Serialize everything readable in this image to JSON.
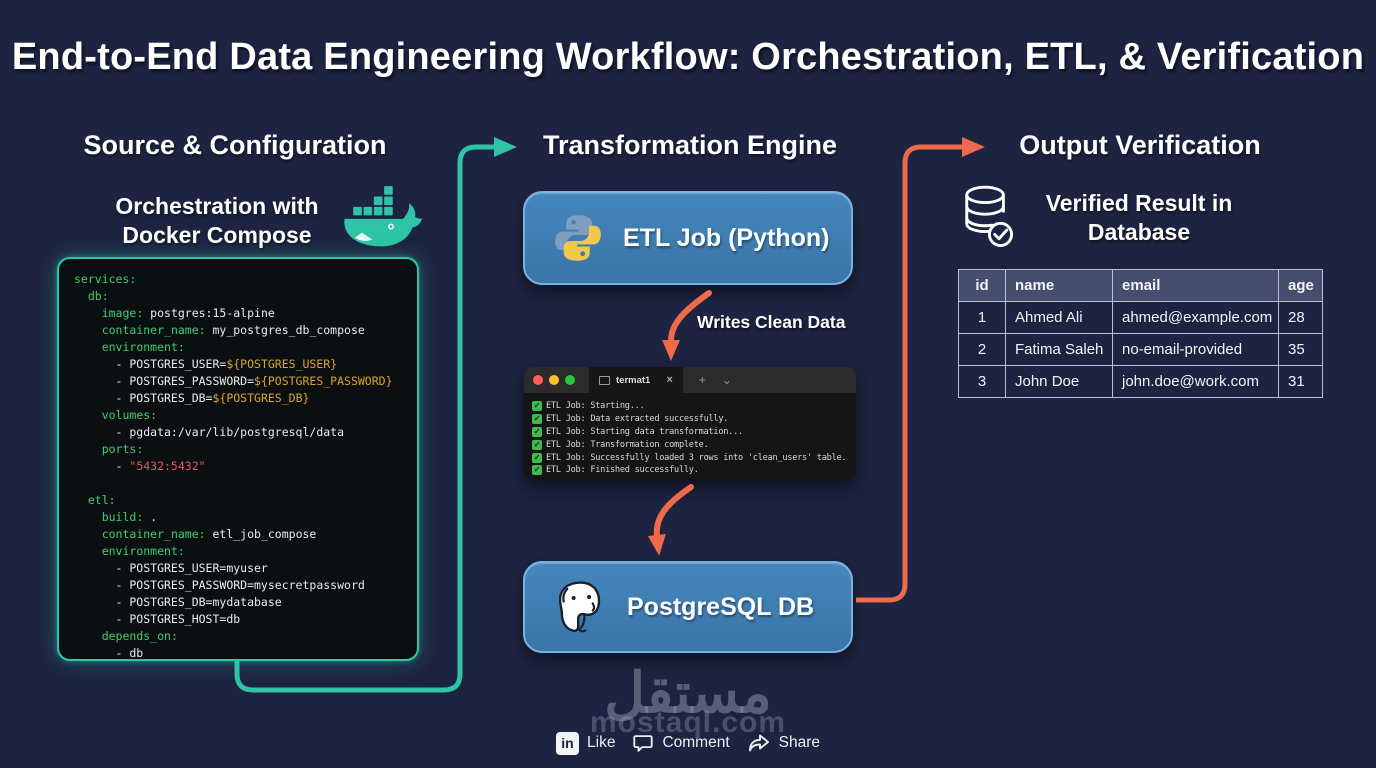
{
  "title": "End-to-End Data Engineering Workflow: Orchestration, ETL, & Verification",
  "colors": {
    "background": "#1d2340",
    "accent_teal": "#2ec4a5",
    "accent_orange": "#ee6a4a",
    "node_blue": "#3e7cb2",
    "code_key_green": "#3fcf6e",
    "code_var_yellow": "#d9a62e",
    "code_str_red": "#e8555a"
  },
  "columns": {
    "source": {
      "header": "Source & Configuration",
      "subtitle": "Orchestration with\nDocker Compose",
      "icon": "docker-whale-icon"
    },
    "transform": {
      "header": "Transformation Engine",
      "etl_box_label": "ETL Job (Python)",
      "etl_box_icon": "python-logo-icon",
      "flow_label": "Writes Clean Data",
      "db_box_label": "PostgreSQL DB",
      "db_box_icon": "postgresql-elephant-icon"
    },
    "output": {
      "header": "Output Verification",
      "subtitle": "Verified Result in\nDatabase",
      "icon": "database-check-icon"
    }
  },
  "code": {
    "lines": [
      [
        [
          "key",
          "services:"
        ]
      ],
      [
        [
          "plain",
          "  "
        ],
        [
          "key",
          "db:"
        ]
      ],
      [
        [
          "plain",
          "    "
        ],
        [
          "key",
          "image:"
        ],
        [
          "plain",
          " postgres:15-alpine"
        ]
      ],
      [
        [
          "plain",
          "    "
        ],
        [
          "key",
          "container_name:"
        ],
        [
          "plain",
          " my_postgres_db_compose"
        ]
      ],
      [
        [
          "plain",
          "    "
        ],
        [
          "key",
          "environment:"
        ]
      ],
      [
        [
          "plain",
          "      - POSTGRES_USER="
        ],
        [
          "var",
          "${POSTGRES_USER}"
        ]
      ],
      [
        [
          "plain",
          "      - POSTGRES_PASSWORD="
        ],
        [
          "var",
          "${POSTGRES_PASSWORD}"
        ]
      ],
      [
        [
          "plain",
          "      - POSTGRES_DB="
        ],
        [
          "var",
          "${POSTGRES_DB}"
        ]
      ],
      [
        [
          "plain",
          "    "
        ],
        [
          "key",
          "volumes:"
        ]
      ],
      [
        [
          "plain",
          "      - pgdata:/var/lib/postgresql/data"
        ]
      ],
      [
        [
          "plain",
          "    "
        ],
        [
          "key",
          "ports:"
        ]
      ],
      [
        [
          "plain",
          "      - "
        ],
        [
          "str",
          "\"5432:5432\""
        ]
      ],
      [],
      [
        [
          "plain",
          "  "
        ],
        [
          "key",
          "etl:"
        ]
      ],
      [
        [
          "plain",
          "    "
        ],
        [
          "key",
          "build:"
        ],
        [
          "plain",
          " ."
        ]
      ],
      [
        [
          "plain",
          "    "
        ],
        [
          "key",
          "container_name:"
        ],
        [
          "plain",
          " etl_job_compose"
        ]
      ],
      [
        [
          "plain",
          "    "
        ],
        [
          "key",
          "environment:"
        ]
      ],
      [
        [
          "plain",
          "      - POSTGRES_USER=myuser"
        ]
      ],
      [
        [
          "plain",
          "      - POSTGRES_PASSWORD=mysecretpassword"
        ]
      ],
      [
        [
          "plain",
          "      - POSTGRES_DB=mydatabase"
        ]
      ],
      [
        [
          "plain",
          "      - POSTGRES_HOST=db"
        ]
      ],
      [
        [
          "plain",
          "    "
        ],
        [
          "key",
          "depends_on:"
        ]
      ],
      [
        [
          "plain",
          "      - db"
        ]
      ]
    ]
  },
  "terminal": {
    "tab_title": "termat1",
    "close_glyph": "×",
    "new_tab_glyph": "+",
    "dropdown_glyph": "⌄",
    "check_glyph": "✓",
    "lines": [
      "ETL Job: Starting...",
      "ETL Job: Data extracted successfully.",
      "ETL Job: Starting data transformation...",
      "ETL Job: Transformation complete.",
      "ETL Job: Successfully loaded 3 rows into 'clean_users' table.",
      "ETL Job: Finished successfully."
    ]
  },
  "chart_data": {
    "type": "table",
    "title": "Verified Result in Database",
    "columns": [
      "id",
      "name",
      "email",
      "age"
    ],
    "rows": [
      [
        "1",
        "Ahmed Ali",
        "ahmed@example.com",
        "28"
      ],
      [
        "2",
        "Fatima Saleh",
        "no-email-provided",
        "35"
      ],
      [
        "3",
        "John Doe",
        "john.doe@work.com",
        "31"
      ]
    ]
  },
  "watermark": {
    "arabic": "مستقل",
    "latin": "mostaql.com"
  },
  "social": {
    "like": "Like",
    "comment": "Comment",
    "share": "Share",
    "linkedin_glyph": "in"
  }
}
